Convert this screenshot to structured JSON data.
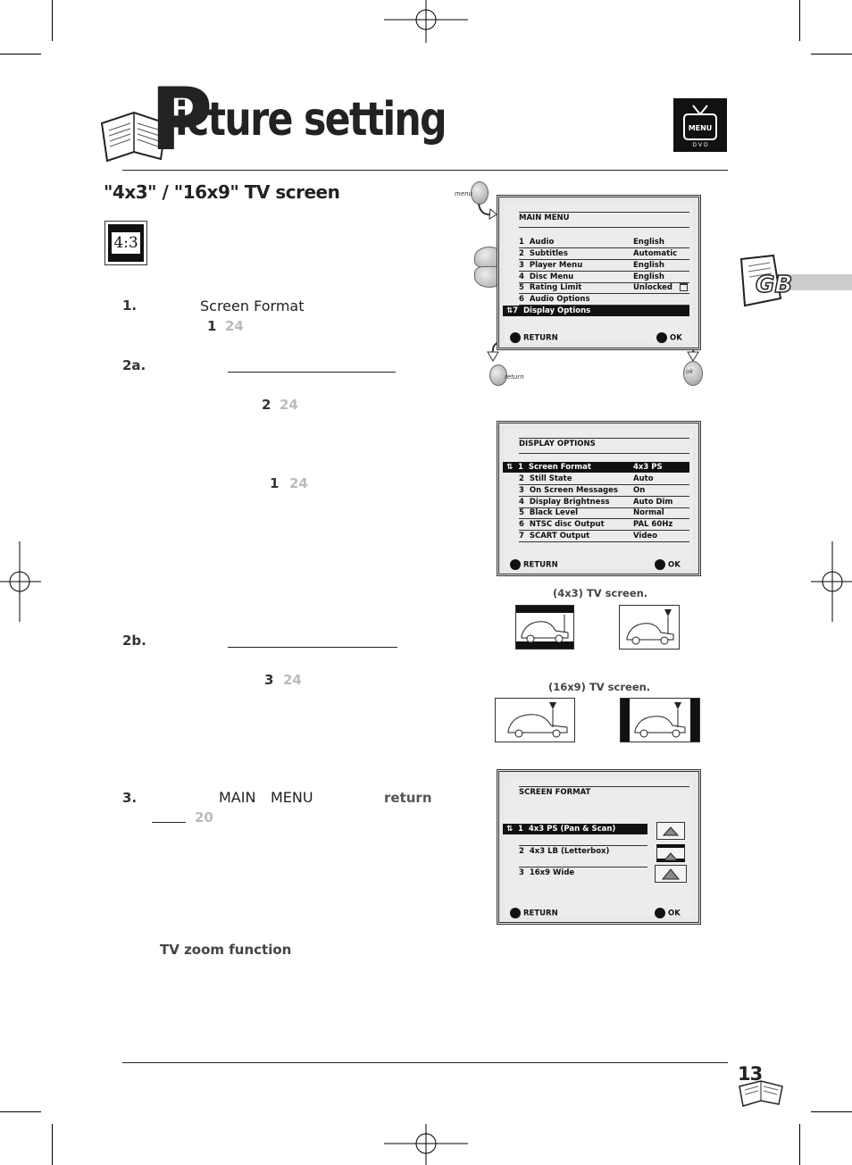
{
  "header": {
    "title_initial": "P",
    "title_rest": "icture setting"
  },
  "section_title": "\"4x3\" / \"16x9\" TV screen",
  "badge": "4:3",
  "gb_tab": "GB",
  "steps": {
    "s1_num": "1.",
    "s1_label": "Screen Format",
    "s1_ref_a": "1",
    "s1_ref_b": "24",
    "s2a_num": "2a.",
    "s2a_ref1_a": "2",
    "s2a_ref1_b": "24",
    "s2a_ref2_a": "1",
    "s2a_ref2_b": "24",
    "s2b_num": "2b.",
    "s2b_ref_a": "3",
    "s2b_ref_b": "24",
    "s3_num": "3.",
    "s3_main": "MAIN",
    "s3_menu": "MENU",
    "s3_return": "return",
    "s3_page": "20",
    "zoom": "TV zoom function"
  },
  "remote": {
    "menu": "menu",
    "return": "return",
    "ok": "ok"
  },
  "main_menu": {
    "title": "MAIN MENU",
    "items": [
      {
        "num": "1",
        "label": "Audio",
        "value": "English"
      },
      {
        "num": "2",
        "label": "Subtitles",
        "value": "Automatic"
      },
      {
        "num": "3",
        "label": "Player Menu",
        "value": "English"
      },
      {
        "num": "4",
        "label": "Disc Menu",
        "value": "English"
      },
      {
        "num": "5",
        "label": "Rating Limit",
        "value": "Unlocked"
      },
      {
        "num": "6",
        "label": "Audio Options",
        "value": ""
      },
      {
        "num": "7",
        "label": "Display Options",
        "value": ""
      }
    ],
    "return_label": "RETURN",
    "ok_label": "OK"
  },
  "display_options": {
    "title": "DISPLAY OPTIONS",
    "items": [
      {
        "num": "1",
        "label": "Screen Format",
        "value": "4x3 PS"
      },
      {
        "num": "2",
        "label": "Still State",
        "value": "Auto"
      },
      {
        "num": "3",
        "label": "On Screen Messages",
        "value": "On"
      },
      {
        "num": "4",
        "label": "Display Brightness",
        "value": "Auto Dim"
      },
      {
        "num": "5",
        "label": "Black Level",
        "value": "Normal"
      },
      {
        "num": "6",
        "label": "NTSC disc Output",
        "value": "PAL 60Hz"
      },
      {
        "num": "7",
        "label": "SCART Output",
        "value": "Video"
      }
    ],
    "return_label": "RETURN",
    "ok_label": "OK"
  },
  "captions": {
    "c43": "(4x3) TV screen.",
    "c169": "(16x9) TV screen."
  },
  "screen_format": {
    "title": "SCREEN FORMAT",
    "items": [
      {
        "num": "1",
        "label": "4x3 PS (Pan & Scan)"
      },
      {
        "num": "2",
        "label": "4x3 LB (Letterbox)"
      },
      {
        "num": "3",
        "label": "16x9 Wide"
      }
    ],
    "return_label": "RETURN",
    "ok_label": "OK"
  },
  "page_number": "13"
}
